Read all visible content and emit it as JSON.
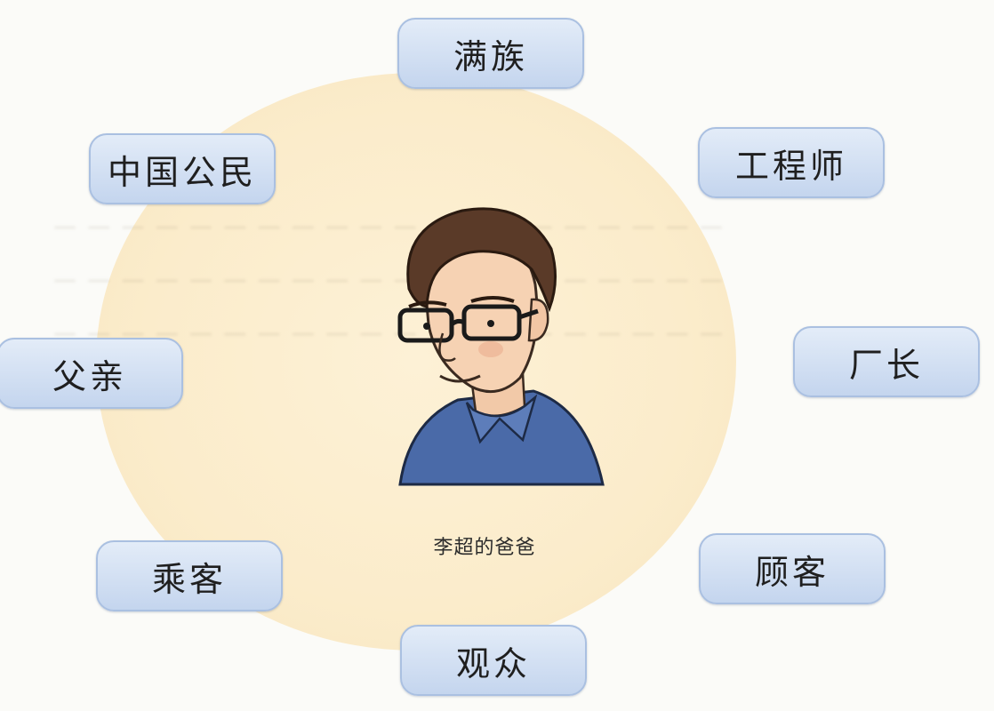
{
  "roles": {
    "manzu": "满族",
    "engineer": "工程师",
    "citizen": "中国公民",
    "factory_director": "厂长",
    "father": "父亲",
    "passenger": "乘客",
    "customer": "顾客",
    "audience": "观众"
  },
  "center": {
    "caption": "李超的爸爸",
    "portrait_icon": "man-with-glasses-portrait"
  },
  "colors": {
    "box_fill": "#c9d8ef",
    "box_border": "#aac0e1",
    "blob": "#fbecca",
    "shirt": "#4a6aa8",
    "hair": "#5a3a28"
  }
}
